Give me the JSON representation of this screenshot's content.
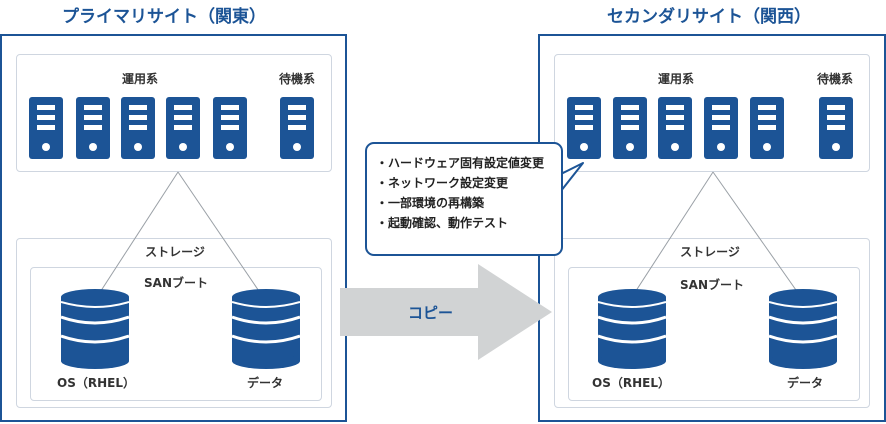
{
  "primary": {
    "title": "プライマリサイト（関東）",
    "active_label": "運用系",
    "standby_label": "待機系",
    "storage_label": "ストレージ",
    "sanboot_label": "SANブート",
    "os_label": "OS（RHEL）",
    "data_label": "データ"
  },
  "secondary": {
    "title": "セカンダリサイト（関西）",
    "active_label": "運用系",
    "standby_label": "待機系",
    "storage_label": "ストレージ",
    "sanboot_label": "SANブート",
    "os_label": "OS（RHEL）",
    "data_label": "データ"
  },
  "copy_label": "コピー",
  "callout_items": [
    "ハードウェア固有設定値変更",
    "ネットワーク設定変更",
    "一部環境の再構築",
    "起動確認、動作テスト"
  ],
  "colors": {
    "accent": "#1c5496",
    "arrow": "#d1d3d4",
    "box_border": "#cfd6e0"
  },
  "icons": {
    "server": "server-icon",
    "database": "database-icon"
  }
}
